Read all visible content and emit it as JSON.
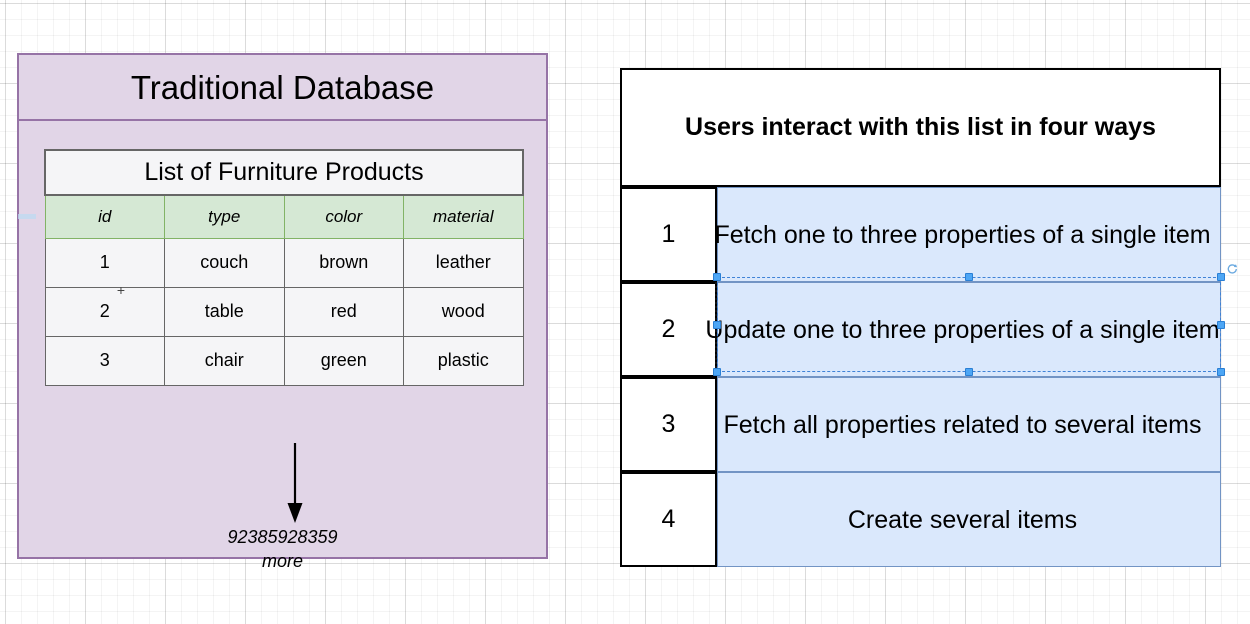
{
  "canvas": {
    "background_color": "#ffffff",
    "grid_minor_color": "#ededed",
    "grid_major_color": "#e0e0e0"
  },
  "left_panel": {
    "title": "Traditional Database",
    "fill_color": "#e1d5e7",
    "stroke_color": "#9673a6",
    "table": {
      "caption": "List of Furniture Products",
      "header_fill": "#d5e8d4",
      "header_stroke": "#82b366",
      "columns": [
        "id",
        "type",
        "color",
        "material"
      ],
      "rows": [
        [
          "1",
          "couch",
          "brown",
          "leather"
        ],
        [
          "2",
          "table",
          "red",
          "wood"
        ],
        [
          "3",
          "chair",
          "green",
          "plastic"
        ]
      ]
    },
    "annotation": {
      "arrow": "down-arrow",
      "line1": "92385928359",
      "line2": "more"
    }
  },
  "right_panel": {
    "header": "Users interact with this list in four ways",
    "header_fill": "#ffffff",
    "row_fill": "#dae8fc",
    "row_stroke": "#7294c4",
    "number_fill": "#ffffff",
    "number_stroke": "#000000",
    "rows": [
      {
        "number": "1",
        "description": "Fetch one to three properties of a single item",
        "selected": false
      },
      {
        "number": "2",
        "description": "Update one to three properties of a single item",
        "selected": true
      },
      {
        "number": "3",
        "description": "Fetch all properties related to several items",
        "selected": false
      },
      {
        "number": "4",
        "description": "Create several items",
        "selected": false
      }
    ],
    "selection": {
      "handle_color": "#4da6f5",
      "outline_color": "#3f82d6",
      "rotate_icon": "rotate-icon"
    }
  }
}
